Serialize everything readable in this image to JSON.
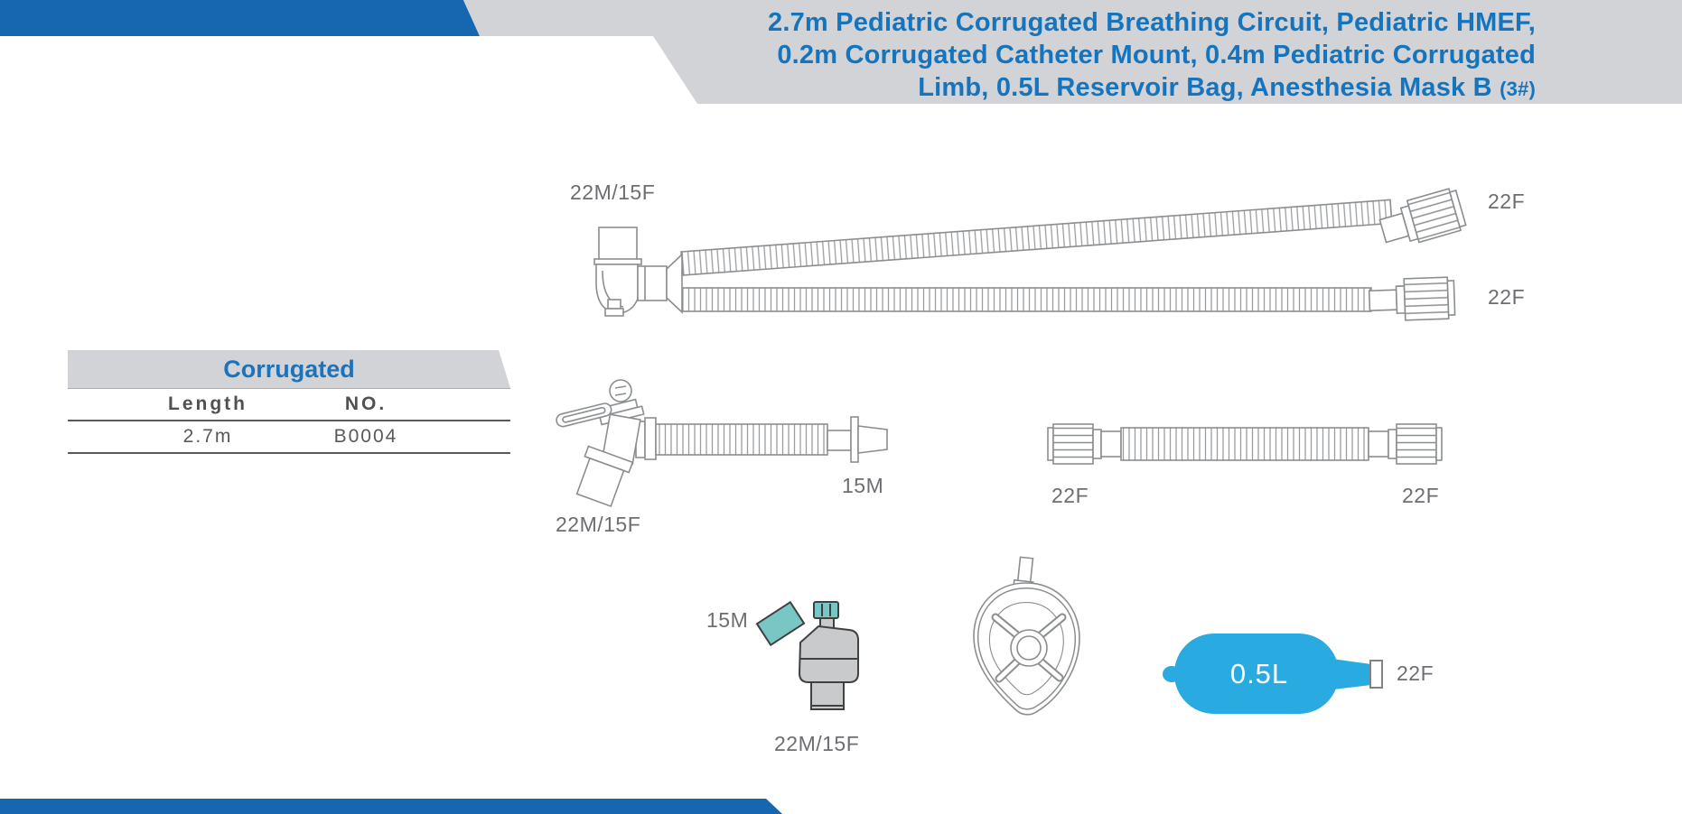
{
  "header": {
    "title_line1": "2.7m Pediatric Corrugated Breathing Circuit, Pediatric HMEF,",
    "title_line2": "0.2m Corrugated Catheter Mount, 0.4m Pediatric Corrugated",
    "title_line3": "Limb, 0.5L Reservoir Bag, Anesthesia Mask B",
    "title_line3_size_tag": "(3#)"
  },
  "spec_table": {
    "title": "Corrugated",
    "columns": [
      "Length",
      "NO."
    ],
    "rows": [
      [
        "2.7m",
        "B0004"
      ]
    ]
  },
  "diagram": {
    "labels": {
      "circuit_patient_port": "22M/15F",
      "circuit_top_end": "22F",
      "circuit_bottom_end": "22F",
      "catheter_mount_machine_end": "15M",
      "catheter_mount_patient_port": "22M/15F",
      "limb_left_end": "22F",
      "limb_right_end": "22F",
      "hmef_top_port": "15M",
      "hmef_bottom_port": "22M/15F",
      "bag_volume": "0.5L",
      "bag_connector": "22F"
    }
  },
  "colors": {
    "accent_blue": "#1666b0",
    "title_blue": "#1474bd",
    "table_title_blue": "#1c73bc",
    "banner_gray": "#d2d3d6",
    "line_art_gray": "#8b8e90",
    "label_gray": "#6d6e71",
    "bag_blue": "#29abe2",
    "hmef_teal": "#79c7c5"
  }
}
